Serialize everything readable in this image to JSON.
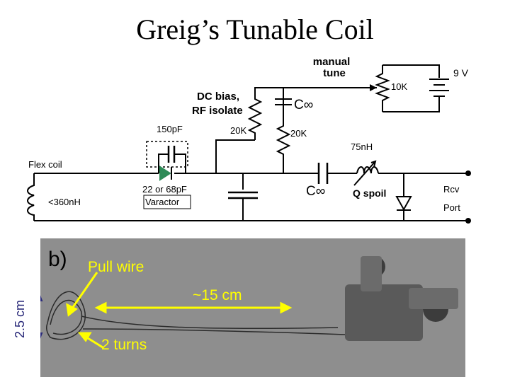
{
  "slide": {
    "title": "Greig’s Tunable Coil"
  },
  "schematic": {
    "labels": {
      "manual_tune_line1": "manual",
      "manual_tune_line2": "tune",
      "battery": "9 V",
      "pot": "10K",
      "dc_bias_line1": "DC bias,",
      "dc_bias_line2": "RF isolate",
      "cap_150": "150pF",
      "res_20k_left": "20K",
      "res_20k_right": "20K",
      "c_inf_top": "C∞",
      "c_inf_bottom": "C∞",
      "inductor_75": "75nH",
      "flex_coil": "Flex coil",
      "coil_360": "<360nH",
      "varactor_line1": "22 or 68pF",
      "varactor_line2": "Varactor",
      "q_spoil": "Q spoil",
      "rcv_line1": "Rcv",
      "rcv_line2": "Port"
    },
    "colors": {
      "wire": "#000000",
      "varactor": "#2e8b57"
    }
  },
  "photo": {
    "labels": {
      "panel": "b)",
      "pull_wire": "Pull wire",
      "length": "~15 cm",
      "turns": "2 turns",
      "width": "2.5 cm"
    },
    "colors": {
      "annotation": "#ffff00",
      "width_label": "#2a2a7a",
      "background": "#8e8e8e"
    }
  }
}
